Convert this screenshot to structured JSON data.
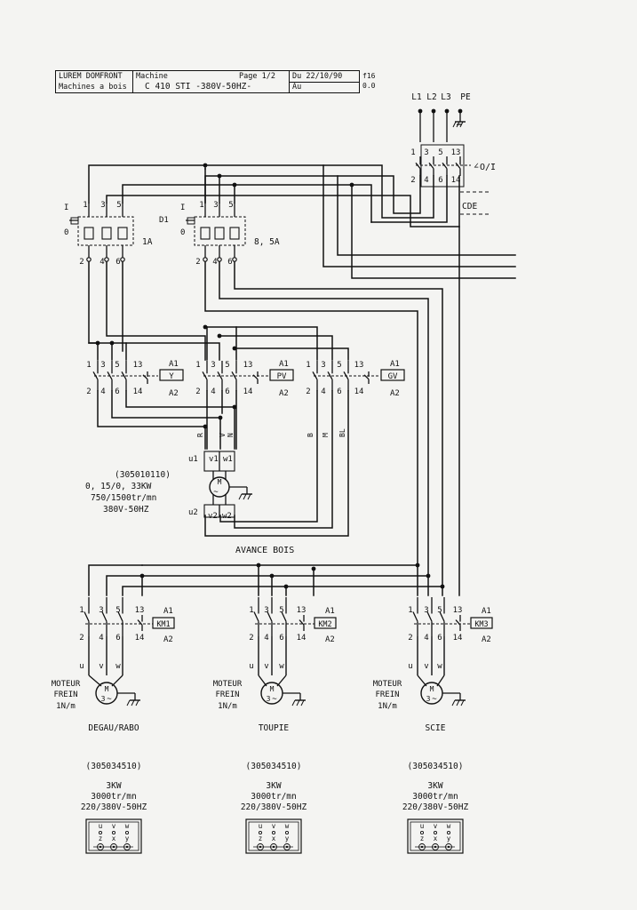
{
  "title_block": {
    "company_line1": "LUREM DOMFRONT",
    "company_line2": "Machines a bois",
    "machine_label": "Machine",
    "machine_value": "C 410 STI -380V-50HZ-",
    "page": "Page 1/2",
    "date_from": "Du 22/10/90",
    "date_to": "Au",
    "folio": "f16",
    "revision": "0.0"
  },
  "supply": {
    "phases": [
      "L1",
      "L2",
      "L3",
      "PE"
    ],
    "switch_terminals_top": [
      "1",
      "3",
      "5",
      "13"
    ],
    "switch_terminals_bottom": [
      "2",
      "4",
      "6",
      "14"
    ],
    "switch_label": "O/I",
    "control_label": "CDE"
  },
  "breakers": [
    {
      "handle_label": "I",
      "off_label": "0",
      "name": "",
      "rating": "1A",
      "top": [
        "1",
        "3",
        "5"
      ],
      "bottom": [
        "2",
        "4",
        "6"
      ]
    },
    {
      "handle_label": "I",
      "off_label": "0",
      "name": "D1",
      "rating": "8, 5A",
      "top": [
        "1",
        "3",
        "5"
      ],
      "bottom": [
        "2",
        "4",
        "6"
      ]
    }
  ],
  "contact_top": [
    "1",
    "3",
    "5",
    "13"
  ],
  "contact_bottom": [
    "2",
    "4",
    "6",
    "14"
  ],
  "coil_a1": "A1",
  "coil_a2": "A2",
  "feed_contactors": [
    {
      "coil": "Y"
    },
    {
      "coil": "PV"
    },
    {
      "coil": "GV"
    }
  ],
  "feed_motor": {
    "wire_colors_a": [
      "R",
      "V",
      "N"
    ],
    "wire_colors_b": [
      "B",
      "M",
      "BL"
    ],
    "terminals_top": [
      "u1",
      "v1",
      "w1"
    ],
    "terminals_bottom": [
      "u2",
      "v2",
      "w2"
    ],
    "symbol": "M",
    "ref": "(305010110)",
    "power": "0, 15/0, 33KW",
    "speed": "750/1500tr/mn",
    "voltage": "380V-50HZ",
    "name": "AVANCE BOIS"
  },
  "motors": [
    {
      "coil": "KM1",
      "name": "DEGAU/RABO"
    },
    {
      "coil": "KM2",
      "name": "TOUPIE"
    },
    {
      "coil": "KM3",
      "name": "SCIE"
    }
  ],
  "motor_common": {
    "terminals": [
      "u",
      "v",
      "w"
    ],
    "brake_line1": "MOTEUR",
    "brake_line2": "FREIN",
    "brake_line3": "1N/m",
    "symbol": "M",
    "symbol_phase": "3",
    "ref": "(305034510)",
    "power": "3KW",
    "speed": "3000tr/mn",
    "voltage": "220/380V-50HZ",
    "box_top": [
      "u",
      "v",
      "w"
    ],
    "box_bottom": [
      "z",
      "x",
      "y"
    ]
  }
}
